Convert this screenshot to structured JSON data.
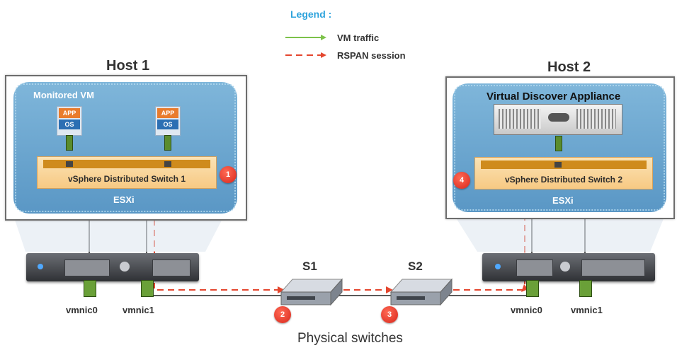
{
  "legend": {
    "title": "Legend :",
    "vm_traffic": "VM traffic",
    "rspan_session": "RSPAN session",
    "colors": {
      "vm_traffic": "#7cc24a",
      "rspan": "#e4462e"
    }
  },
  "host1": {
    "title": "Host 1",
    "vm_group": "Monitored VM",
    "vm_app": "APP",
    "vm_os": "OS",
    "switch": "vSphere Distributed Switch 1",
    "esxi": "ESXi",
    "nic0": "vmnic0",
    "nic1": "vmnic1"
  },
  "host2": {
    "title": "Host 2",
    "appliance": "Virtual Discover Appliance",
    "switch": "vSphere Distributed Switch 2",
    "esxi": "ESXi",
    "nic0": "vmnic0",
    "nic1": "vmnic1"
  },
  "switches": {
    "s1": "S1",
    "s2": "S2",
    "physical": "Physical switches"
  },
  "badges": {
    "b1": "1",
    "b2": "2",
    "b3": "3",
    "b4": "4"
  }
}
